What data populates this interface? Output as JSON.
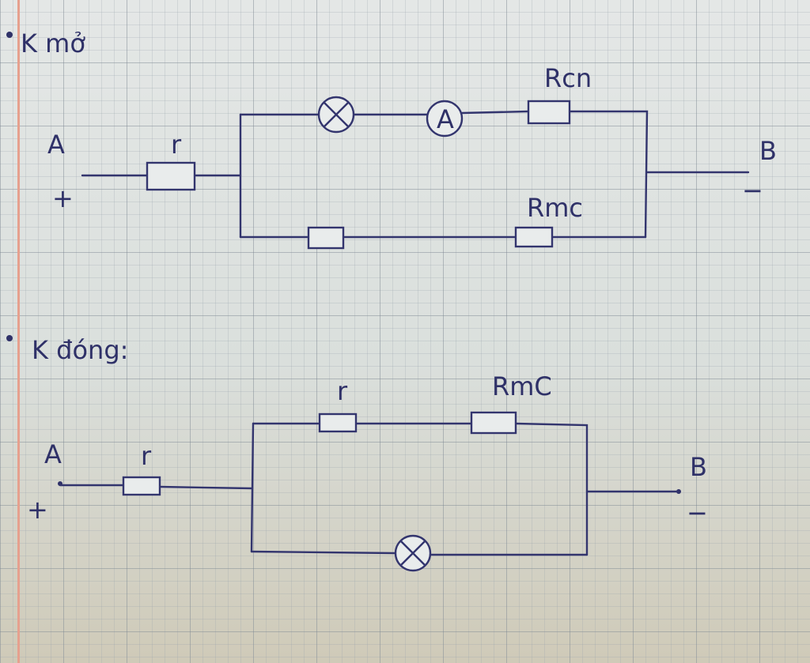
{
  "section_open": {
    "title": "K mở",
    "terminal_a": "A",
    "terminal_a_sign": "+",
    "terminal_b": "B",
    "terminal_b_sign": "−",
    "resistor_r": "r",
    "resistor_top": "Rcn",
    "resistor_bottom": "Rmc",
    "ammeter": "A"
  },
  "section_closed": {
    "title": "K đóng:",
    "terminal_a": "A",
    "terminal_a_sign": "+",
    "terminal_b": "B",
    "terminal_b_sign": "−",
    "resistor_r": "r",
    "resistor_top_r": "r",
    "resistor_top_rmc": "RmC"
  },
  "colors": {
    "ink": "#33356e",
    "grid": "#8a96a0",
    "margin": "#e6a08e"
  }
}
